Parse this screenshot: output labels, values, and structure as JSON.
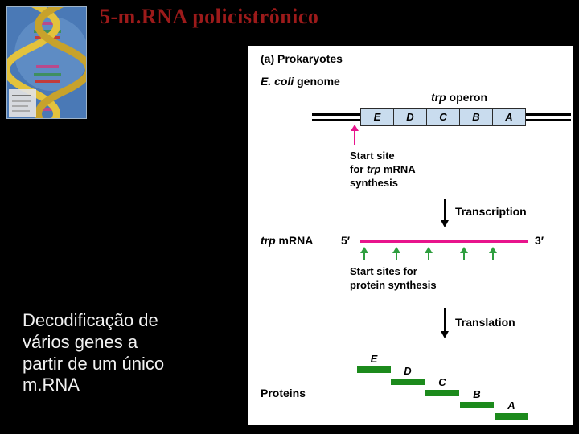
{
  "slide": {
    "title": "5-m.RNA policistrônico",
    "caption": "Decodificação de\nvários genes a\npartir de um único\nm.RNA"
  },
  "diagram": {
    "heading": "(a) Prokaryotes",
    "genome_italic": "E. coli",
    "genome_rest": " genome",
    "operon_italic": "trp",
    "operon_rest": " operon",
    "genes": [
      "E",
      "D",
      "C",
      "B",
      "A"
    ],
    "start_site_l1": "Start site",
    "start_site_l2_pre": "for ",
    "start_site_l2_it": "trp",
    "start_site_l2_post": " mRNA",
    "start_site_l3": "synthesis",
    "transcription": "Transcription",
    "mrna_it": "trp",
    "mrna_rest": " mRNA",
    "five_prime": "5′",
    "three_prime": "3′",
    "start_sites_l1": "Start sites for",
    "start_sites_l2": "protein synthesis",
    "translation": "Translation",
    "proteins_label": "Proteins",
    "proteins": [
      "E",
      "D",
      "C",
      "B",
      "A"
    ]
  },
  "colors": {
    "title_red": "#9c1a1a",
    "magenta": "#e8148c",
    "green_arrow": "#2e9e3e",
    "protein_green": "#1c8a1c",
    "gene_box_blue": "#c9dcee",
    "panel_bg": "#ffffff",
    "slide_bg": "#000000"
  }
}
